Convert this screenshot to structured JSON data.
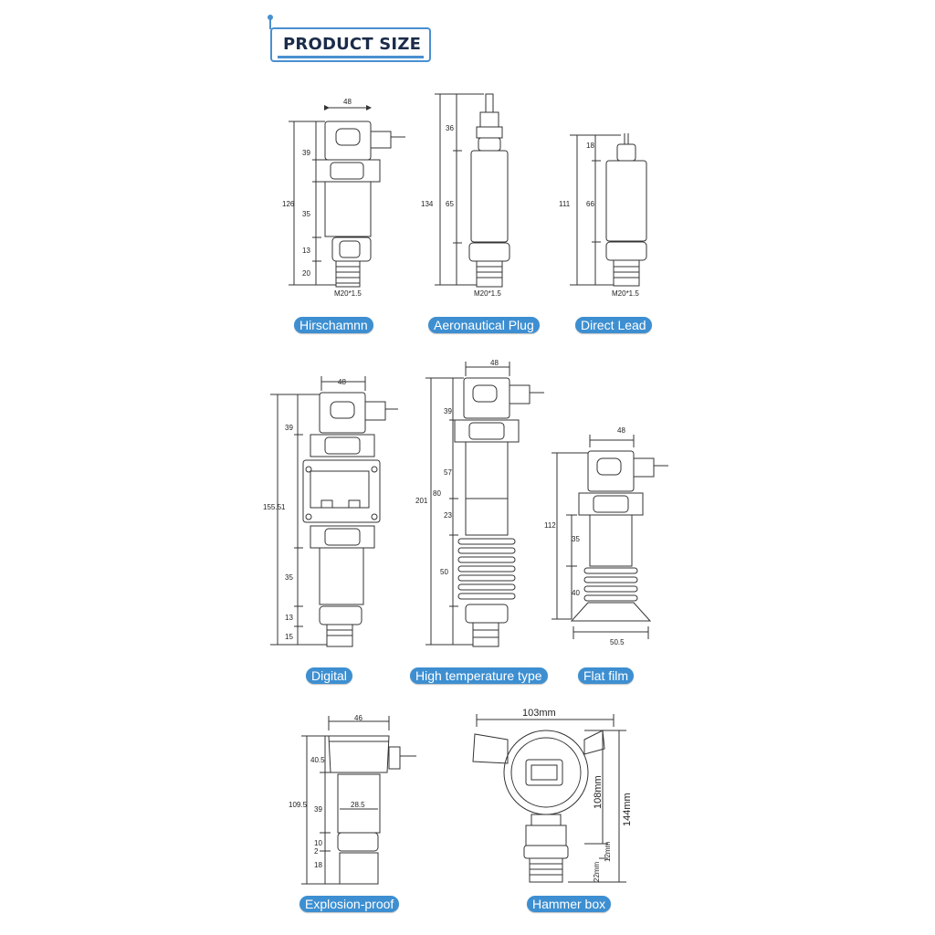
{
  "header": {
    "title": "PRODUCT SIZE"
  },
  "products": [
    {
      "name": "Hirschamnn",
      "dims": {
        "top": "48",
        "total": "126",
        "a": "39",
        "b": "35",
        "c": "13",
        "d": "20",
        "thread": "M20*1.5"
      }
    },
    {
      "name": "Aeronautical Plug",
      "dims": {
        "total": "134",
        "a": "36",
        "b": "65",
        "thread": "M20*1.5"
      }
    },
    {
      "name": "Direct Lead",
      "dims": {
        "total": "111",
        "a": "18",
        "b": "66",
        "thread": "M20*1.5"
      }
    },
    {
      "name": "Digital",
      "dims": {
        "top": "48",
        "total": "155.51",
        "a": "39",
        "b": "35",
        "c": "13",
        "d": "15"
      }
    },
    {
      "name": "High temperature type",
      "dims": {
        "top": "48",
        "total": "201",
        "a": "39",
        "b": "57",
        "c": "80",
        "d": "23",
        "e": "50"
      }
    },
    {
      "name": "Flat film",
      "dims": {
        "top": "48",
        "total": "112",
        "a": "35",
        "b": "40",
        "bottom": "50.5"
      }
    },
    {
      "name": "Explosion-proof",
      "dims": {
        "top": "46",
        "total": "109.5",
        "a": "40.5",
        "b": "39",
        "inner": "28.5",
        "c": "10",
        "d": "2",
        "e": "18"
      }
    },
    {
      "name": "Hammer box",
      "dims": {
        "top": "103mm",
        "total": "144mm",
        "a": "108mm",
        "b": "12mm",
        "c": "22mm"
      }
    }
  ]
}
